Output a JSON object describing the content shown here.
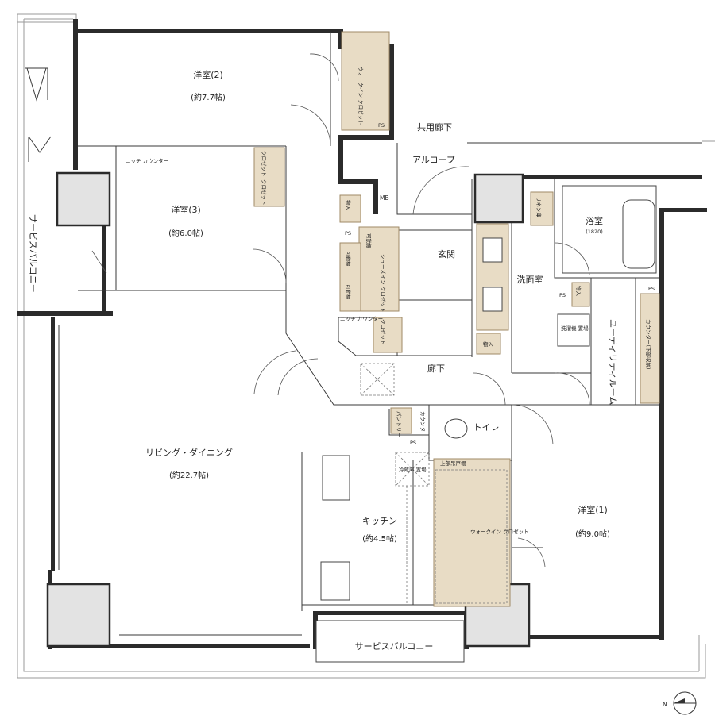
{
  "rooms": {
    "western2": {
      "name": "洋室(2)",
      "area": "(約7.7帖)"
    },
    "western3": {
      "name": "洋室(3)",
      "area": "(約6.0帖)"
    },
    "western1": {
      "name": "洋室(1)",
      "area": "(約9.0帖)"
    },
    "living": {
      "name": "リビング・ダイニング",
      "area": "(約22.7帖)"
    },
    "kitchen": {
      "name": "キッチン",
      "area": "(約4.5帖)"
    },
    "entrance": {
      "name": "玄関"
    },
    "corridor": {
      "name": "廊下"
    },
    "shared_corridor": {
      "name": "共用廊下"
    },
    "alcove": {
      "name": "アルコーブ"
    },
    "washroom": {
      "name": "洗面室"
    },
    "bath": {
      "name": "浴室",
      "size": "(1820)"
    },
    "toilet": {
      "name": "トイレ"
    },
    "utility": {
      "name": "ユーティリティルーム"
    },
    "balcony_left": {
      "name": "サービスバルコニー"
    },
    "balcony_bottom": {
      "name": "サービスバルコニー"
    }
  },
  "storage": {
    "walkin_closet_top": "ウォークイン クロゼット",
    "walkin_closet_bottom": "ウォークイン クロゼット",
    "closet": "クロゼット",
    "shoes_in_closet": "シューズイン クロゼット",
    "movable_shelf": "可動棚",
    "storage_item": "物入",
    "linen": "リネン庫",
    "pantry": "パントリー",
    "counter": "カウンター",
    "counter_storage": "カウンター(下部収納)",
    "niche_counter": "ニッチ カウンター",
    "upper_cabinet": "上部吊戸棚",
    "fridge": "冷蔵庫 置場",
    "washer": "洗濯機 置場"
  },
  "labels": {
    "ps": "PS",
    "mb": "MB",
    "north": "N"
  }
}
